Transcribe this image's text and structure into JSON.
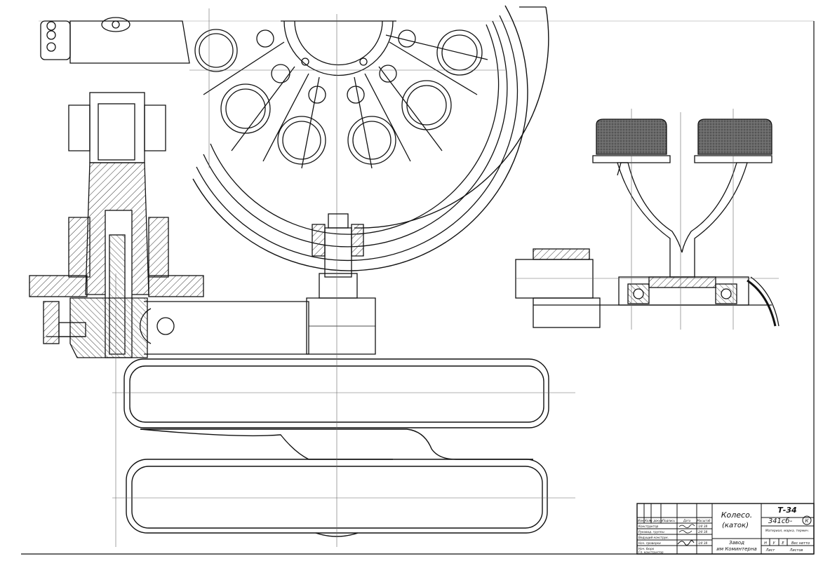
{
  "title_block": {
    "part_name": "Колесо.",
    "part_subtitle": "(каток)",
    "tank_model": "Т-34",
    "drawing_number": "341сб-",
    "circled_mark": "К",
    "material_header": "Материал, марка, термич.",
    "factory_line1": "Завод",
    "factory_line2": "им Коминтерна",
    "scale_label": "Масштаб",
    "weight_label": "Вес нетто",
    "sheets_label": "Листов",
    "sheet_label": "Лист",
    "mark_n": "Н",
    "mark_u": "У",
    "mark_e": "Е",
    "revision_headers": [
      "Изм",
      "Кол",
      "№ докум",
      "Подпись",
      "Дата"
    ],
    "revision_rows": [
      {
        "role": "Конструктор",
        "date": "1/II 38"
      },
      {
        "role": "Руковод. группы",
        "date": "2/II 38"
      },
      {
        "role": "Ведущий конструк.",
        "date": ""
      },
      {
        "role": "Нач. проверки",
        "date": "1/II 38"
      },
      {
        "role": "Нач. бюро",
        "date": ""
      },
      {
        "role": "Гл. конструктор",
        "date": ""
      }
    ]
  },
  "colors": {
    "line": "#111111",
    "hatch": "#333333",
    "rubber": "#5a5a5a",
    "paper": "#ffffff"
  }
}
